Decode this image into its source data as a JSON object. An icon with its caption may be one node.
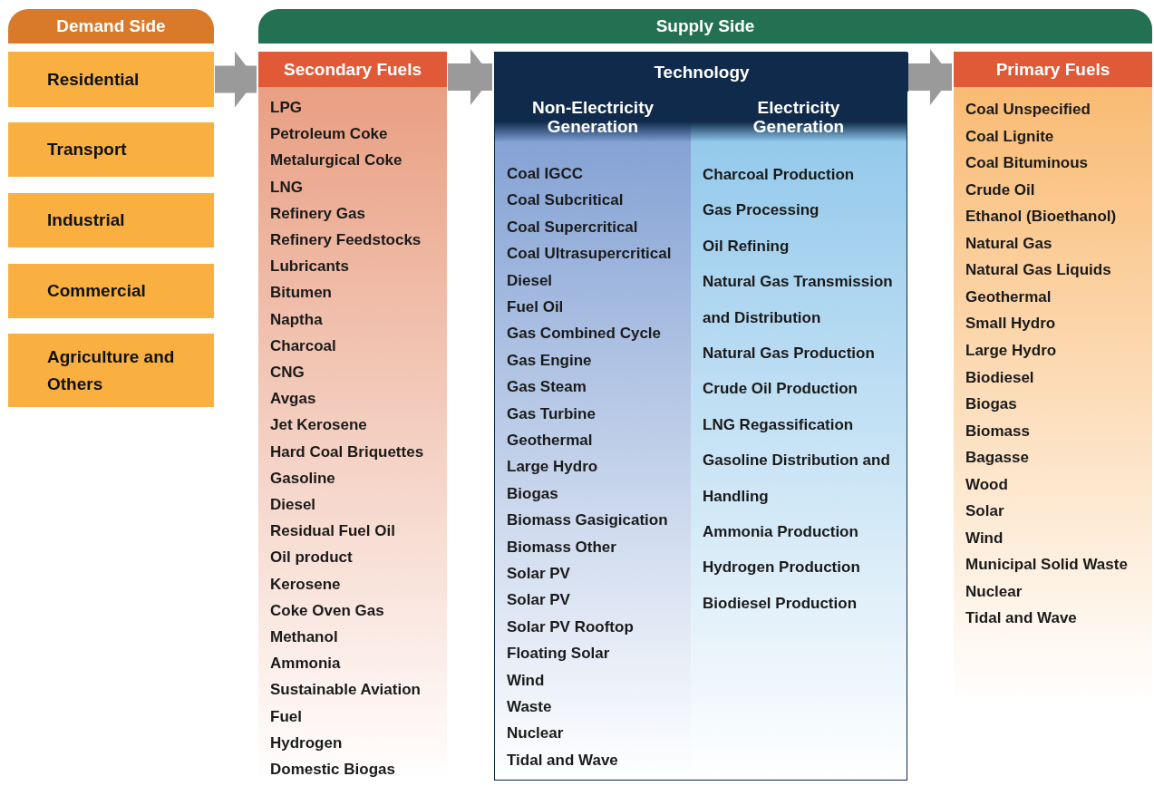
{
  "diagram": {
    "nodes": [
      {
        "text": [
          "Demand Side"
        ]
      },
      {
        "text": [
          "Residential"
        ]
      },
      {
        "text": [
          "Transport"
        ]
      },
      {
        "text": [
          "Industrial"
        ]
      },
      {
        "text": [
          "Commercial"
        ]
      },
      {
        "text": [
          "Agriculture and Others"
        ]
      },
      {
        "text": [
          "Supply Side"
        ]
      },
      {
        "text": [
          "Secondary Fuels",
          "LPG",
          "Petroleum Coke",
          "Metalurgical Coke",
          "LNG",
          "Refinery Gas",
          "Refinery Feedstocks",
          "Lubricants",
          "Bitumen",
          "Naptha",
          "Charcoal",
          "CNG",
          "Avgas",
          "Jet Kerosene",
          "Hard Coal Briquettes",
          "Gasoline",
          "Diesel",
          "Residual Fuel Oil",
          "Oil product",
          "Kerosene",
          "Coke Oven Gas",
          "Methanol",
          "Ammonia",
          "Sustainable Aviation Fuel",
          "Hydrogen",
          "Domestic Biogas"
        ]
      },
      {
        "text": [
          "Technology"
        ]
      },
      {
        "text": [
          "Non-Electricity Generation",
          "Coal IGCC",
          "Coal Subcritical",
          "Coal Supercritical",
          "Coal Ultrasupercritical",
          "Diesel",
          "Fuel Oil",
          "Gas Combined Cycle",
          "Gas Engine",
          "Gas Steam",
          "Gas Turbine",
          "Geothermal",
          "Large Hydro",
          "Biogas",
          "Biomass Gasigication",
          "Biomass Other",
          "Solar PV",
          "Solar PV",
          "Solar PV Rooftop",
          "Floating Solar",
          "Wind",
          "Waste",
          "Nuclear",
          "Tidal and Wave"
        ],
        "in": 8
      },
      {
        "text": [
          "Electricity Generation",
          "Charcoal Production",
          "Gas Processing",
          "Oil Refining",
          "Natural Gas Transmission and Distribution",
          "Natural Gas Production",
          "Crude Oil Production",
          "LNG Regassification",
          "Gasoline Distribution and Handling",
          "Ammonia Production",
          "Hydrogen Production",
          "Biodiesel Production"
        ],
        "in": 8
      },
      {
        "text": [
          "Primary Fuels",
          "Coal Unspecified",
          "Coal Lignite",
          "Coal Bituminous",
          "Crude Oil",
          "Ethanol (Bioethanol)",
          "Natural Gas",
          "Natural Gas Liquids",
          "Geothermal",
          "Small Hydro",
          "Large Hydro",
          "Biodiesel",
          "Biogas",
          "Biomass",
          "Bagasse",
          "Wood",
          "Solar",
          "Wind",
          "Municipal Solid Waste",
          "Nuclear",
          "Tidal and Wave"
        ]
      }
    ],
    "edges": [
      {
        "from": 1,
        "to": 7,
        "arrow": "to"
      },
      {
        "from": 7,
        "to": 8,
        "arrow": "to"
      },
      {
        "from": 8,
        "to": 11,
        "arrow": "to"
      }
    ]
  }
}
